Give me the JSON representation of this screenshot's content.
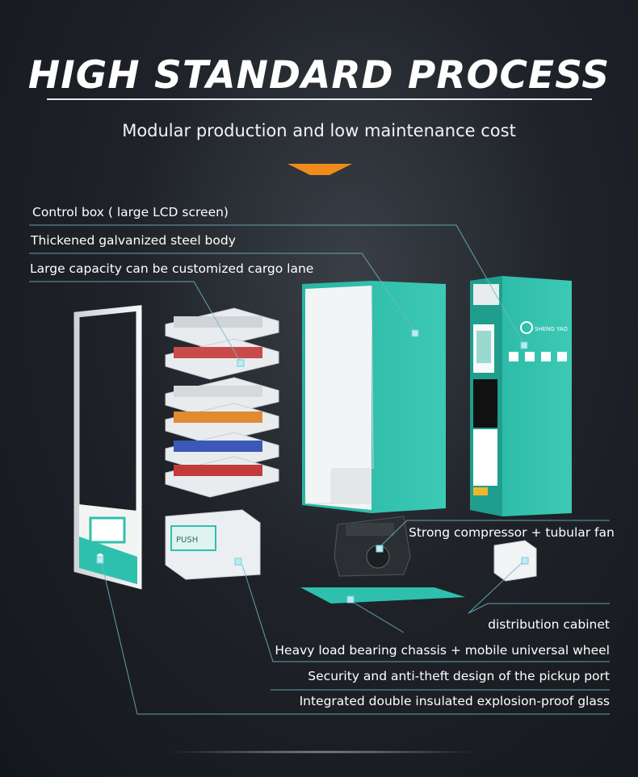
{
  "header": {
    "title": "HIGH STANDARD PROCESS",
    "subtitle": "Modular production and low maintenance cost"
  },
  "labels": {
    "control_box": "Control box ( large LCD screen)",
    "steel_body": "Thickened galvanized steel body",
    "cargo_lane": "Large capacity can be customized cargo lane",
    "compressor": "Strong compressor + tubular fan",
    "distribution": "distribution cabinet",
    "chassis": "Heavy load bearing chassis + mobile universal wheel",
    "pickup_port": "Security and anti-theft design of the pickup port",
    "glass": "Integrated double insulated explosion-proof glass"
  },
  "product": {
    "brand_text": "SHENG YAO",
    "push_label": "PUSH"
  },
  "colors": {
    "teal": "#2fc0ad",
    "accent_orange": "#f08a1a",
    "leader_line": "#6fb8c2"
  }
}
